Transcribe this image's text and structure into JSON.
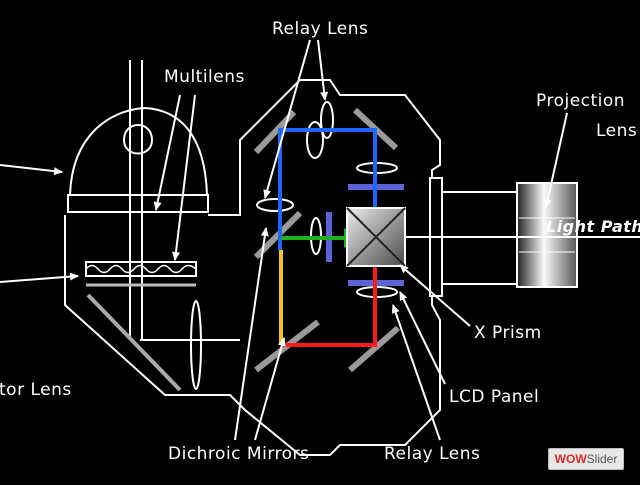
{
  "labels": {
    "relay_lens_top": "Relay Lens",
    "multilens": "Multilens",
    "projection_lens_line1": "Projection",
    "projection_lens_line2": "Lens",
    "light_path": "Light Path",
    "x_prism": "X Prism",
    "lcd_panel": "LCD Panel",
    "dichroic_mirrors": "Dichroic Mirrors",
    "relay_lens_bottom": "Relay Lens",
    "condenser_lens": "tor Lens"
  },
  "watermark": {
    "part1": "WOW",
    "part2": "Slider"
  },
  "colors": {
    "background": "#000000",
    "outline": "#ffffff",
    "blue_beam": "#1e66ff",
    "green_beam": "#1fb21f",
    "red_beam": "#ff1a1a",
    "yellow_beam": "#f2c21b",
    "lcd_panel": "#5b63d8",
    "mirror": "#9a9a9a"
  }
}
